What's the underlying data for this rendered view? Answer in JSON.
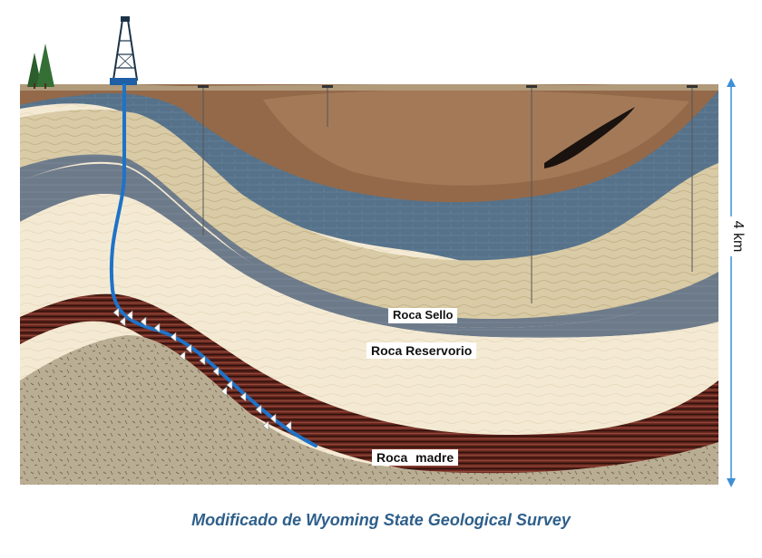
{
  "labels": {
    "seal_rock": "Roca Sello",
    "reservoir_rock": "Roca Reservorio",
    "source_rock": "Roca madre"
  },
  "scale": {
    "text": "4 km"
  },
  "caption": "Modificado de Wyoming State Geological Survey",
  "colors": {
    "sky": "#ffffff",
    "ground_surface": "#b09a7a",
    "top_brown": "#93694a",
    "upper_blue": "#56728a",
    "sandstone": "#d9cba6",
    "gray_band": "#6d7a89",
    "reservoir_cream": "#f4ead4",
    "source_dark": "#6e2a20",
    "basement": "#b9ad93",
    "well_blue": "#1e73c8",
    "caption_blue": "#2e5f8a",
    "scale_arrow": "#3d8fd6"
  },
  "icons": [
    "drilling-rig-icon",
    "pine-tree-icon",
    "fracture-marker-icon"
  ]
}
